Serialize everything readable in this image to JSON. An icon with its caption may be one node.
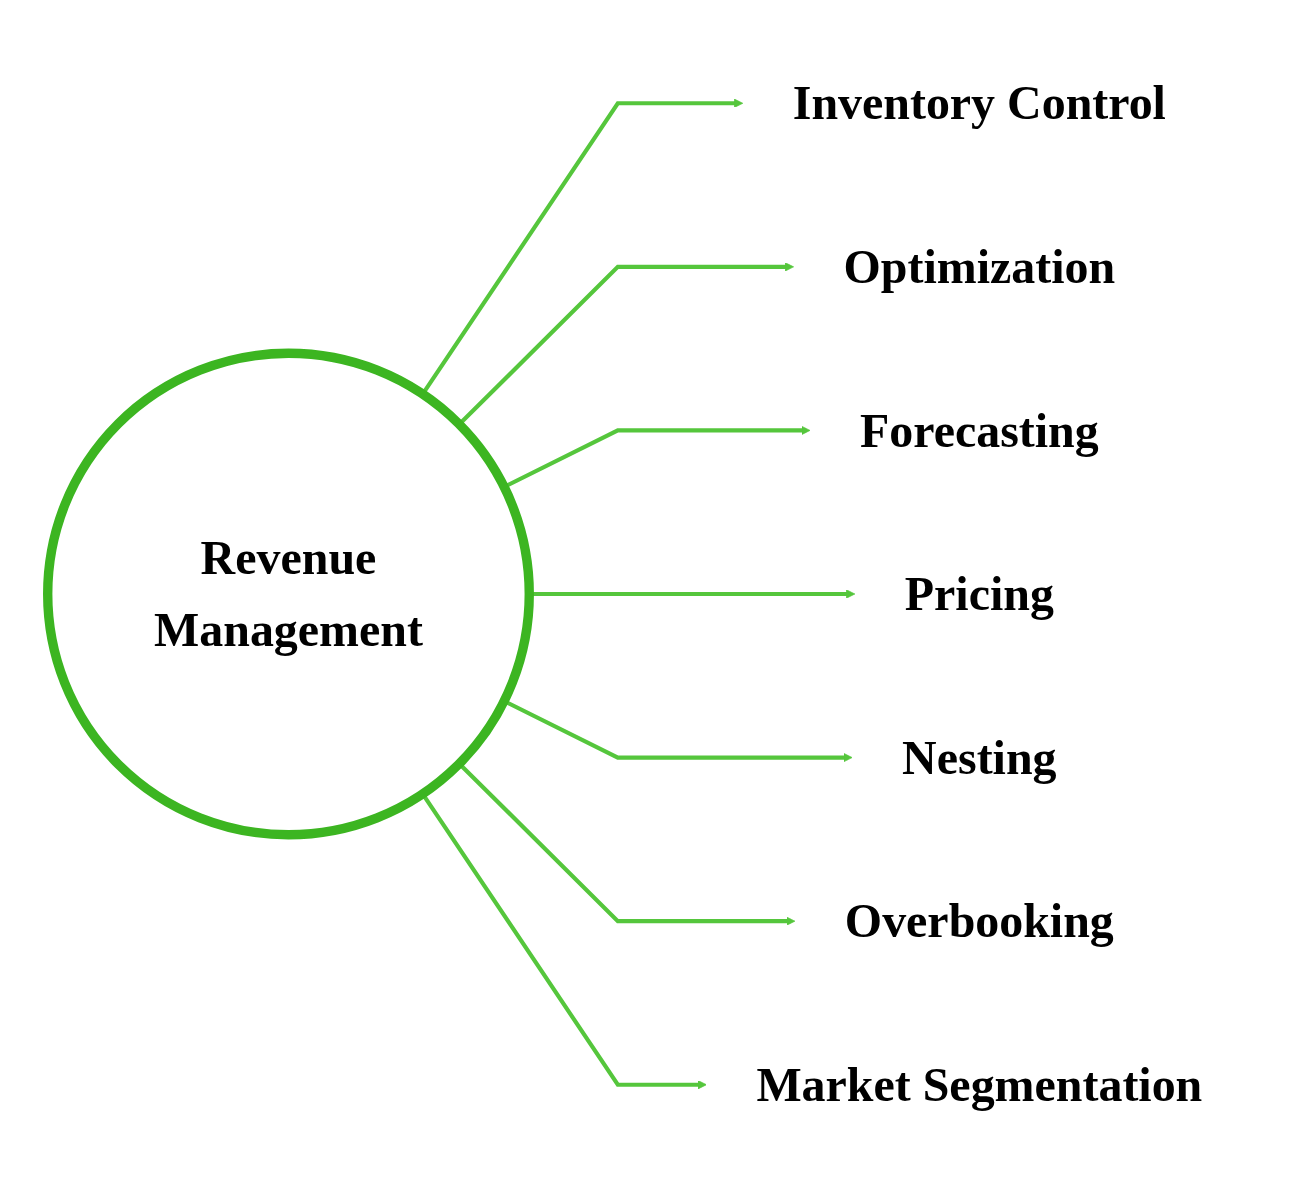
{
  "diagram": {
    "nodes": [
      {
        "text": [
          "Revenue Management"
        ]
      },
      {
        "text": [
          "Inventory Control"
        ]
      },
      {
        "text": [
          "Optimization"
        ]
      },
      {
        "text": [
          "Forecasting"
        ]
      },
      {
        "text": [
          "Pricing"
        ]
      },
      {
        "text": [
          "Nesting"
        ]
      },
      {
        "text": [
          "Overbooking"
        ]
      },
      {
        "text": [
          "Market Segmentation"
        ]
      }
    ],
    "edges": [
      {
        "from": 0,
        "to": 1,
        "arrow": "to"
      },
      {
        "from": 0,
        "to": 2,
        "arrow": "to"
      },
      {
        "from": 0,
        "to": 3,
        "arrow": "to"
      },
      {
        "from": 0,
        "to": 4,
        "arrow": "to"
      },
      {
        "from": 0,
        "to": 5,
        "arrow": "to"
      },
      {
        "from": 0,
        "to": 6,
        "arrow": "to"
      },
      {
        "from": 0,
        "to": 7,
        "arrow": "to"
      }
    ]
  }
}
